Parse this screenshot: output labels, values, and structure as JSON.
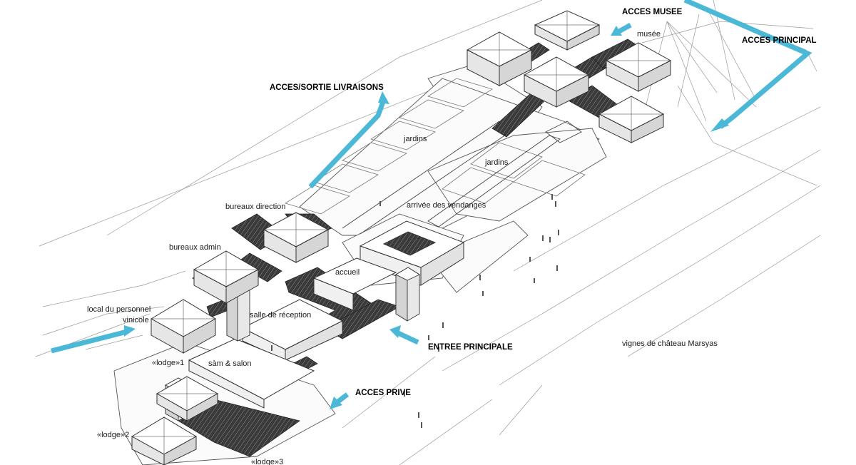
{
  "colors": {
    "access_arrow": "#4cb8d8",
    "roof_dark": "#3a3a3a",
    "line": "#555555",
    "background": "#ffffff"
  },
  "labels": {
    "acces_musee": "ACCES MUSEE",
    "musee": "musée",
    "acces_principal": "ACCES PRINCIPAL",
    "acces_sortie_livraisons": "ACCES/SORTIE LIVRAISONS",
    "jardins_1": "jardins",
    "jardins_2": "jardins",
    "arrivee_vendanges": "arrivée des vendanges",
    "bureaux_direction": "bureaux direction",
    "bureaux_admin": "bureaux admin",
    "accueil": "accueil",
    "local_personnel": "local du personnel",
    "vinicole": "vinicole",
    "salle_reception": "salle de réception",
    "entree_principale": "ENTREE PRINCIPALE",
    "vignes": "vignes de château Marsyas",
    "lodge_1": "«lodge»1",
    "sam_salon": "sàm & salon",
    "acces_prive": "ACCES PRIVE",
    "lodge_2": "«lodge»2",
    "lodge_3": "«lodge»3"
  }
}
